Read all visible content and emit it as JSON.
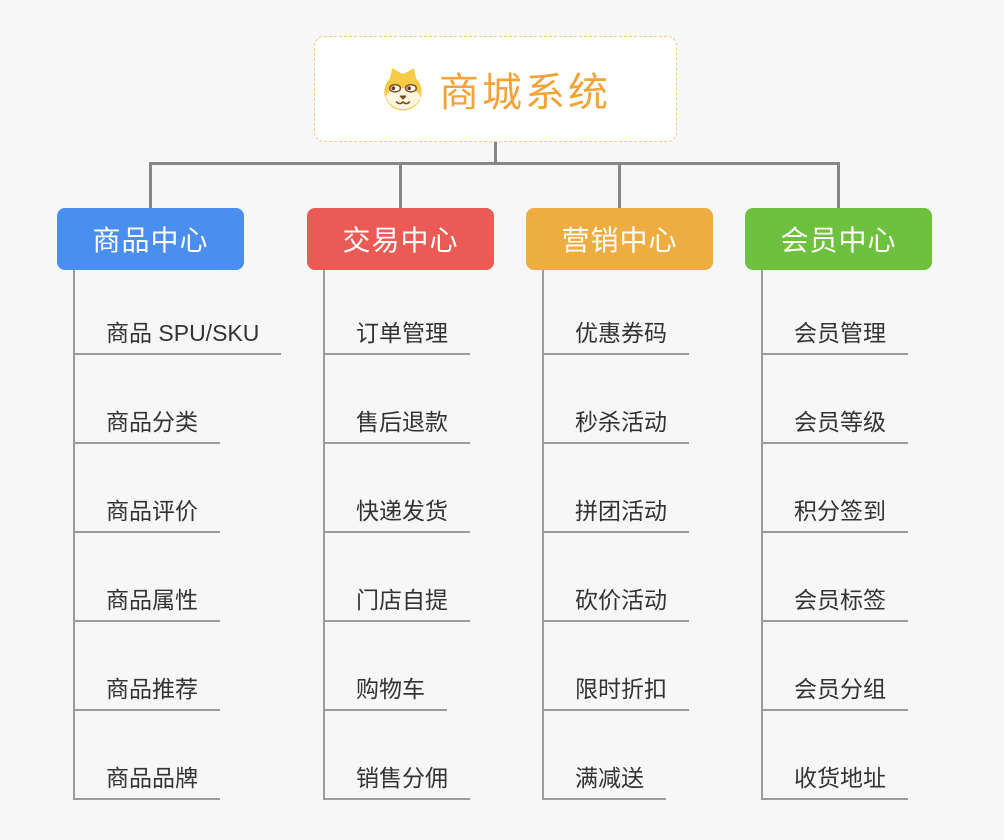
{
  "page": {
    "background": "#f7f7f7",
    "connector_color": "#878787"
  },
  "root": {
    "label": "商城系统",
    "icon": "shiba-dog-icon",
    "accent_color": "#f2a43a",
    "border_color": "#f5c87e",
    "background": "#ffffff"
  },
  "branches": [
    {
      "label": "商品中心",
      "color": "#4a8ef0",
      "items": [
        "商品 SPU/SKU",
        "商品分类",
        "商品评价",
        "商品属性",
        "商品推荐",
        "商品品牌"
      ]
    },
    {
      "label": "交易中心",
      "color": "#ea5b55",
      "items": [
        "订单管理",
        "售后退款",
        "快递发货",
        "门店自提",
        "购物车",
        "销售分佣"
      ]
    },
    {
      "label": "营销中心",
      "color": "#edad42",
      "items": [
        "优惠券码",
        "秒杀活动",
        "拼团活动",
        "砍价活动",
        "限时折扣",
        "满减送"
      ]
    },
    {
      "label": "会员中心",
      "color": "#6dc13e",
      "items": [
        "会员管理",
        "会员等级",
        "积分签到",
        "会员标签",
        "会员分组",
        "收货地址"
      ]
    }
  ]
}
